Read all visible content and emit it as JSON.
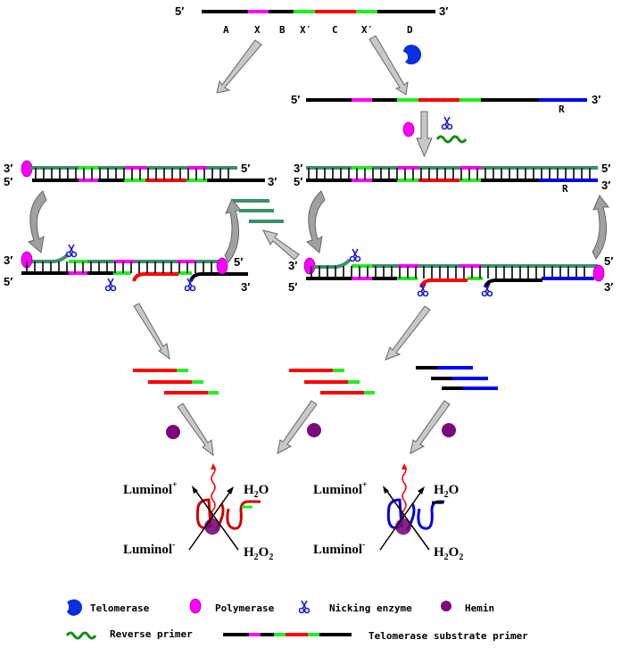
{
  "colors": {
    "black": "#000000",
    "magenta": "#ff00ff",
    "green": "#22ee22",
    "red": "#ff0000",
    "blue": "#0000ff",
    "teal": "#3a8f6a",
    "telomerase": "#0a2ee0",
    "polymerase": "#ff00ff",
    "nicking": "#1a1ad0",
    "hemin": "#7a0a7a",
    "reverse_primer": "#1a8a1a",
    "arrow_fill": "#c8c8c8",
    "arrow_stroke": "#666666"
  },
  "end_labels": {
    "five": "5′",
    "three": "3′"
  },
  "substrate": {
    "segment_labels": [
      "A",
      "X",
      "B",
      "X′",
      "C",
      "X′",
      "D"
    ]
  },
  "extended_strand": {
    "r_label": "R"
  },
  "detection": {
    "luminol_plus": "Luminol",
    "luminol_plus_sup": "+",
    "luminol_minus": "Luminol",
    "luminol_minus_sup": "-",
    "h2o": "H",
    "h2o_sub": "2",
    "h2o_tail": "O",
    "h2o2": "H",
    "h2o2_sub1": "2",
    "h2o2_mid": "O",
    "h2o2_sub2": "2"
  },
  "legend": {
    "telomerase": "Telomerase",
    "polymerase": "Polymerase",
    "nicking_enzyme": "Nicking enzyme",
    "hemin": "Hemin",
    "reverse_primer": "Reverse primer",
    "substrate_primer": "Telomerase substrate primer"
  }
}
